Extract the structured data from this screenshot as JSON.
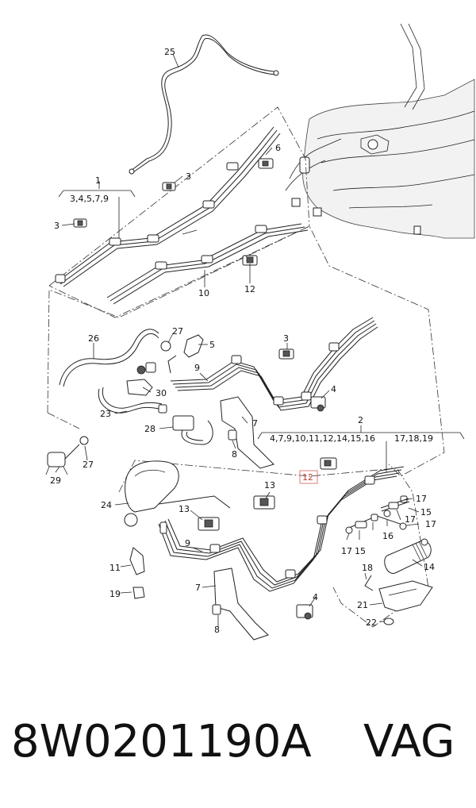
{
  "labels": {
    "l25": "25",
    "l6": "6",
    "l3a": "3",
    "l1": "1",
    "l1sub": "3,4,5,7,9",
    "l3b": "3",
    "l10": "10",
    "l12a": "12",
    "l27a": "27",
    "l5": "5",
    "l26": "26",
    "l9a": "9",
    "l3c": "3",
    "l4a": "4",
    "l30": "30",
    "l23": "23",
    "l28": "28",
    "l7a": "7",
    "l8a": "8",
    "l2": "2",
    "l2sub1": "4,7,9,10,11,12,14,15,16",
    "l2sub2": "17,18,19",
    "l29": "29",
    "l27b": "27",
    "l12b": "12",
    "l13a": "13",
    "l24": "24",
    "l13b": "13",
    "l17a": "17",
    "l15a": "15",
    "l17b": "17",
    "l9b": "9",
    "l11": "11",
    "l17c": "17",
    "l15b": "15",
    "l17d": "17",
    "l16": "16",
    "l14": "14",
    "l19": "19",
    "l7b": "7",
    "l4b": "4",
    "l18": "18",
    "l21": "21",
    "l22": "22",
    "l8b": "8"
  },
  "footer": {
    "part_number": "8W0201190A",
    "brand": "VAG"
  }
}
